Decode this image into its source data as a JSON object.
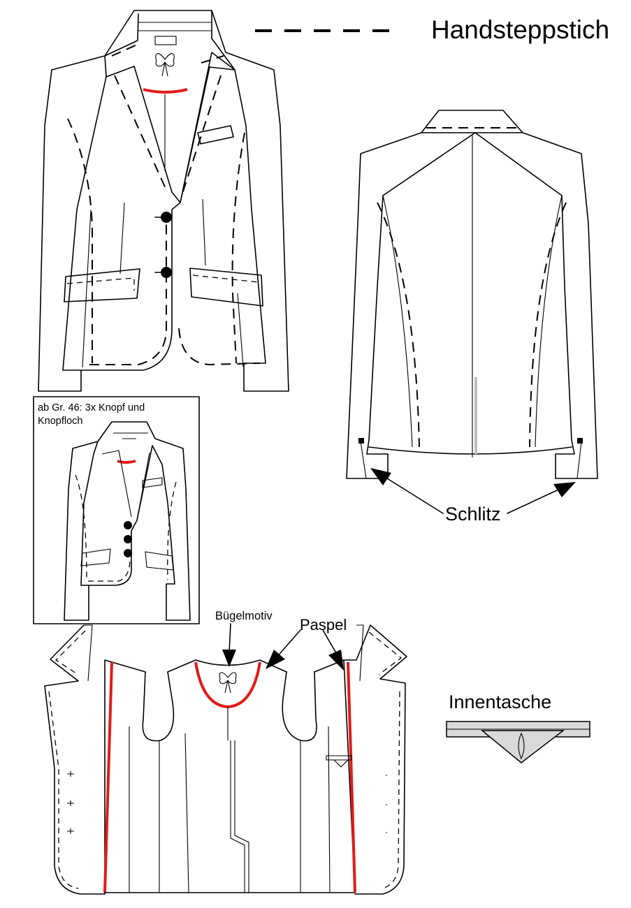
{
  "labels": {
    "handsteppstich": "Handsteppstich",
    "schlitz": "Schlitz",
    "inset_note": "ab Gr. 46: 3x Knopf und Knopfloch",
    "inset_note_line1": "ab Gr. 46: 3x Knopf und",
    "inset_note_line2": "Knopfloch",
    "buegelmotiv": "Bügelmotiv",
    "paspel": "Paspel",
    "innentasche": "Innentasche"
  },
  "colors": {
    "outline": "#000000",
    "piping": "#e21a1a",
    "pocket_fill": "#d9d9d9",
    "vent_fill": "#bdbdbd"
  },
  "icons": [
    "butterfly-motif-icon",
    "button-icon",
    "arrow-icon"
  ]
}
